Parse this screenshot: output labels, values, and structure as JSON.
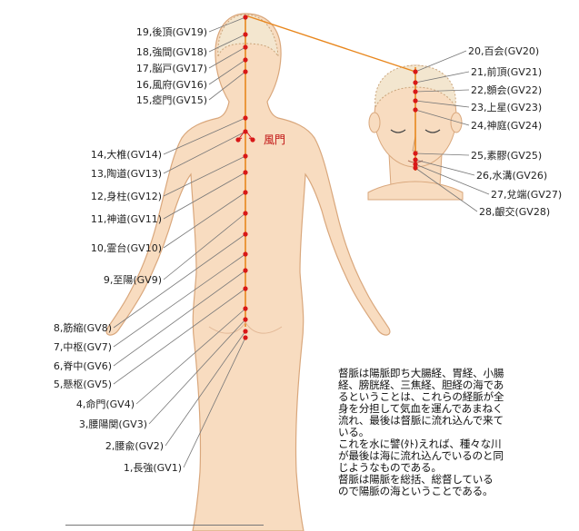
{
  "points_left": [
    {
      "id": "19",
      "label": "19,後頂(GV19)"
    },
    {
      "id": "18",
      "label": "18,強間(GV18)"
    },
    {
      "id": "17",
      "label": "17,脳戸(GV17)"
    },
    {
      "id": "16",
      "label": "16,風府(GV16)"
    },
    {
      "id": "15",
      "label": "15,瘂門(GV15)"
    },
    {
      "id": "14",
      "label": "14,大椎(GV14)"
    },
    {
      "id": "13",
      "label": "13,陶道(GV13)"
    },
    {
      "id": "12",
      "label": "12,身柱(GV12)"
    },
    {
      "id": "11",
      "label": "11,神道(GV11)"
    },
    {
      "id": "10",
      "label": "10,霊台(GV10)"
    },
    {
      "id": "9",
      "label": "9,至陽(GV9)"
    },
    {
      "id": "8",
      "label": "8,筋縮(GV8)"
    },
    {
      "id": "7",
      "label": "7,中枢(GV7)"
    },
    {
      "id": "6",
      "label": "6,脊中(GV6)"
    },
    {
      "id": "5",
      "label": "5,懸枢(GV5)"
    },
    {
      "id": "4",
      "label": "4,命門(GV4)"
    },
    {
      "id": "3",
      "label": "3,腰陽関(GV3)"
    },
    {
      "id": "2",
      "label": "2,腰兪(GV2)"
    },
    {
      "id": "1",
      "label": "1,長強(GV1)"
    }
  ],
  "points_right": [
    {
      "id": "20",
      "label": "20,百会(GV20)"
    },
    {
      "id": "21",
      "label": "21,前頂(GV21)"
    },
    {
      "id": "22",
      "label": "22,顖会(GV22)"
    },
    {
      "id": "23",
      "label": "23,上星(GV23)"
    },
    {
      "id": "24",
      "label": "24,神庭(GV24)"
    },
    {
      "id": "25",
      "label": "25,素髎(GV25)"
    },
    {
      "id": "26",
      "label": "26,水溝(GV26)"
    },
    {
      "id": "27",
      "label": "27,兌端(GV27)"
    },
    {
      "id": "28",
      "label": "28,齦交(GV28)"
    }
  ],
  "extra_point_label": "風門",
  "description": [
    "督脈は陽脈即ち大腸経、胃経、小腸",
    "経、膀胱経、三焦経、胆経の海であ",
    "るということは、これらの経脈が全",
    "身を分担して気血を運んであまねく",
    "流れ、最後は督脈に流れ込んで来て",
    "いる。",
    "これを水に譬(ﾀﾄ)えれば、種々な川",
    "が最後は海に流れ込んでいるのと同",
    "じようなものである。",
    "督脈は陽脈を総括、総督している",
    "ので陽脈の海ということである。"
  ],
  "colors": {
    "skin": "#f8dcc0",
    "skin_edge": "#d9a77c",
    "meridian": "#e8861c",
    "point": "#d81818",
    "leader": "#777777"
  }
}
